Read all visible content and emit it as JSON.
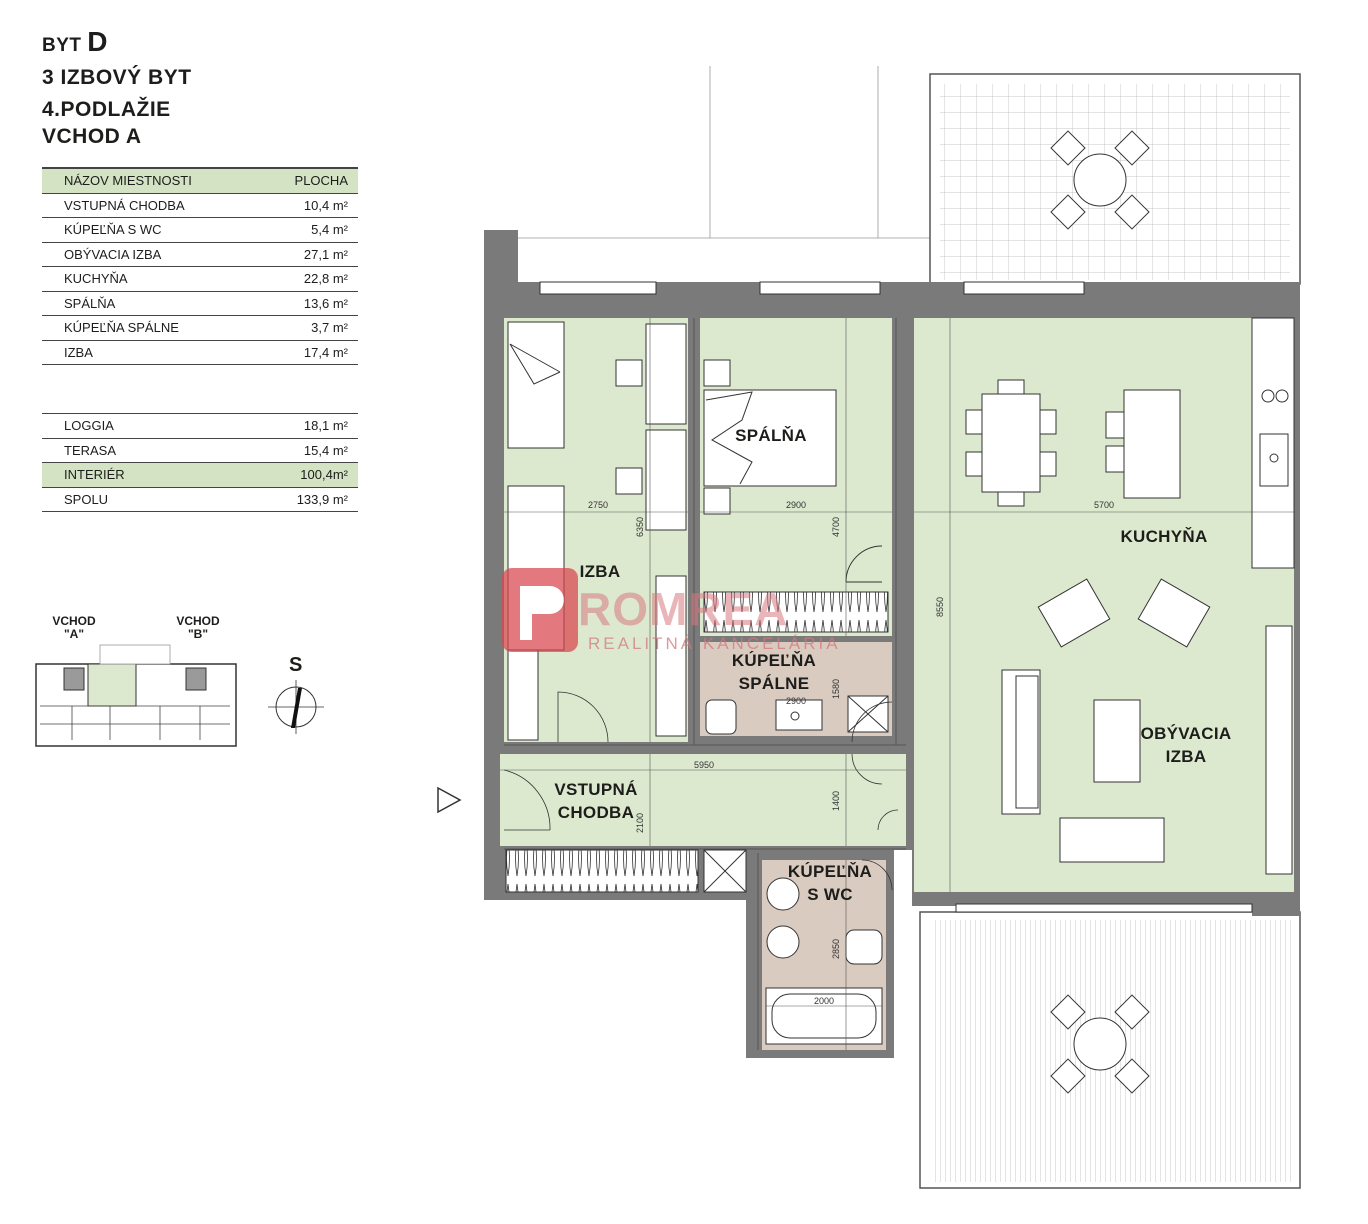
{
  "header": {
    "unit_prefix": "BYT",
    "unit_letter": "D",
    "type": "3 IZBOVÝ BYT",
    "floor": "4.PODLAŽIE",
    "entrance": "VCHOD A"
  },
  "table": {
    "col_name": "NÁZOV MIESTNOSTI",
    "col_area": "PLOCHA",
    "rooms": [
      {
        "name": "VSTUPNÁ CHODBA",
        "area": "10,4 m²"
      },
      {
        "name": "KÚPEĽŇA S WC",
        "area": "5,4 m²"
      },
      {
        "name": "OBÝVACIA IZBA",
        "area": "27,1 m²"
      },
      {
        "name": "KUCHYŇA",
        "area": "22,8 m²"
      },
      {
        "name": "SPÁLŇA",
        "area": "13,6 m²"
      },
      {
        "name": "KÚPEĽŇA SPÁLNE",
        "area": "3,7 m²"
      },
      {
        "name": "IZBA",
        "area": "17,4 m²"
      }
    ],
    "extras": [
      {
        "name": "LOGGIA",
        "area": "18,1 m²"
      },
      {
        "name": "TERASA",
        "area": "15,4 m²"
      },
      {
        "name": "INTERIÉR",
        "area": "100,4m²"
      },
      {
        "name": "SPOLU",
        "area": "133,9 m²"
      }
    ]
  },
  "key_plan": {
    "entrance_a": "VCHOD",
    "entrance_a_code": "\"A\"",
    "entrance_b": "VCHOD",
    "entrance_b_code": "\"B\"",
    "north_label": "S"
  },
  "rooms": {
    "izba": "IZBA",
    "spalna": "SPÁLŇA",
    "kuchyna": "KUCHYŇA",
    "kupelna_spalne_1": "KÚPEĽŇA",
    "kupelna_spalne_2": "SPÁLNE",
    "obyvacia_1": "OBÝVACIA",
    "obyvacia_2": "IZBA",
    "chodba_1": "VSTUPNÁ",
    "chodba_2": "CHODBA",
    "kupelna_wc_1": "KÚPEĽŇA",
    "kupelna_wc_2": "S WC"
  },
  "dimensions": {
    "izba_w": "2750",
    "izba_h": "6350",
    "spalna_w": "2900",
    "spalna_h": "4700",
    "kuchyna_w": "5700",
    "living_h": "8550",
    "kup_sp_w": "2900",
    "kup_sp_h": "1580",
    "chodba_w": "5950",
    "chodba_h": "2100",
    "chodba_h2": "1400",
    "kup_wc_w": "2000",
    "kup_wc_h": "2850"
  },
  "watermark": {
    "brand": "ROMREA",
    "tagline": "REALITNÁ KANCELÁRIA"
  },
  "colors": {
    "room_fill": "#dde9cf",
    "wall": "#7a7a7a",
    "bath_fill": "#d9cbbf",
    "highlight": "#d4e3c4",
    "watermark": "#d9454f"
  }
}
